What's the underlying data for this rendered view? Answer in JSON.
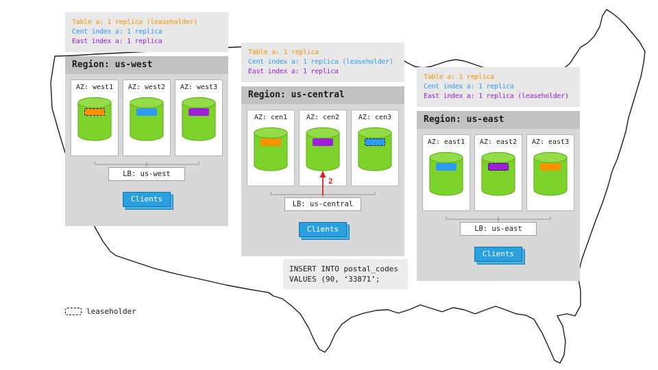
{
  "regions": [
    {
      "id": "us-west",
      "legend": [
        {
          "text": "Table a: 1 replica (leaseholder)",
          "color": "#f59300"
        },
        {
          "text": "Cent index a: 1 replica",
          "color": "#2d9bf0"
        },
        {
          "text": "East index a: 1 replica",
          "color": "#9b1fd8"
        }
      ],
      "region_label": "Region: us-west",
      "azs": [
        {
          "label": "AZ: west1",
          "band_color": "#f59300",
          "leaseholder": true
        },
        {
          "label": "AZ: west2",
          "band_color": "#2d9bf0",
          "leaseholder": false
        },
        {
          "label": "AZ: west3",
          "band_color": "#9b1fd8",
          "leaseholder": false
        }
      ],
      "lb_label": "LB: us-west",
      "clients_label": "Clients"
    },
    {
      "id": "us-central",
      "legend": [
        {
          "text": "Table a: 1 replica",
          "color": "#f59300"
        },
        {
          "text": "Cent index a: 1 replica (leaseholder)",
          "color": "#2d9bf0"
        },
        {
          "text": "East index a: 1 replica",
          "color": "#9b1fd8"
        }
      ],
      "region_label": "Region: us-central",
      "azs": [
        {
          "label": "AZ: cen1",
          "band_color": "#f59300",
          "leaseholder": false
        },
        {
          "label": "AZ: cen2",
          "band_color": "#9b1fd8",
          "leaseholder": false
        },
        {
          "label": "AZ: cen3",
          "band_color": "#2d9bf0",
          "leaseholder": true
        }
      ],
      "lb_label": "LB: us-central",
      "clients_label": "Clients"
    },
    {
      "id": "us-east",
      "legend": [
        {
          "text": "Table a: 1 replica",
          "color": "#f59300"
        },
        {
          "text": "Cent index a: 1 replica",
          "color": "#2d9bf0"
        },
        {
          "text": "East index a: 1 replica (leaseholder)",
          "color": "#9b1fd8"
        }
      ],
      "region_label": "Region: us-east",
      "azs": [
        {
          "label": "AZ: east1",
          "band_color": "#2d9bf0",
          "leaseholder": false
        },
        {
          "label": "AZ: east2",
          "band_color": "#9b1fd8",
          "leaseholder": true
        },
        {
          "label": "AZ: east3",
          "band_color": "#f59300",
          "leaseholder": false
        }
      ],
      "lb_label": "LB: us-east",
      "clients_label": "Clients"
    }
  ],
  "insert_statement": {
    "line1": "INSERT INTO postal_codes",
    "line2": "VALUES (90, ‘33871’;"
  },
  "insert_arrow": {
    "label": "2",
    "color": "#e02020"
  },
  "footer_legend": {
    "label": "leaseholder"
  },
  "colors": {
    "cylinder_green": "#7ed22c",
    "cylinder_green_top": "#93dd49",
    "clients_blue": "#2aa0de"
  }
}
